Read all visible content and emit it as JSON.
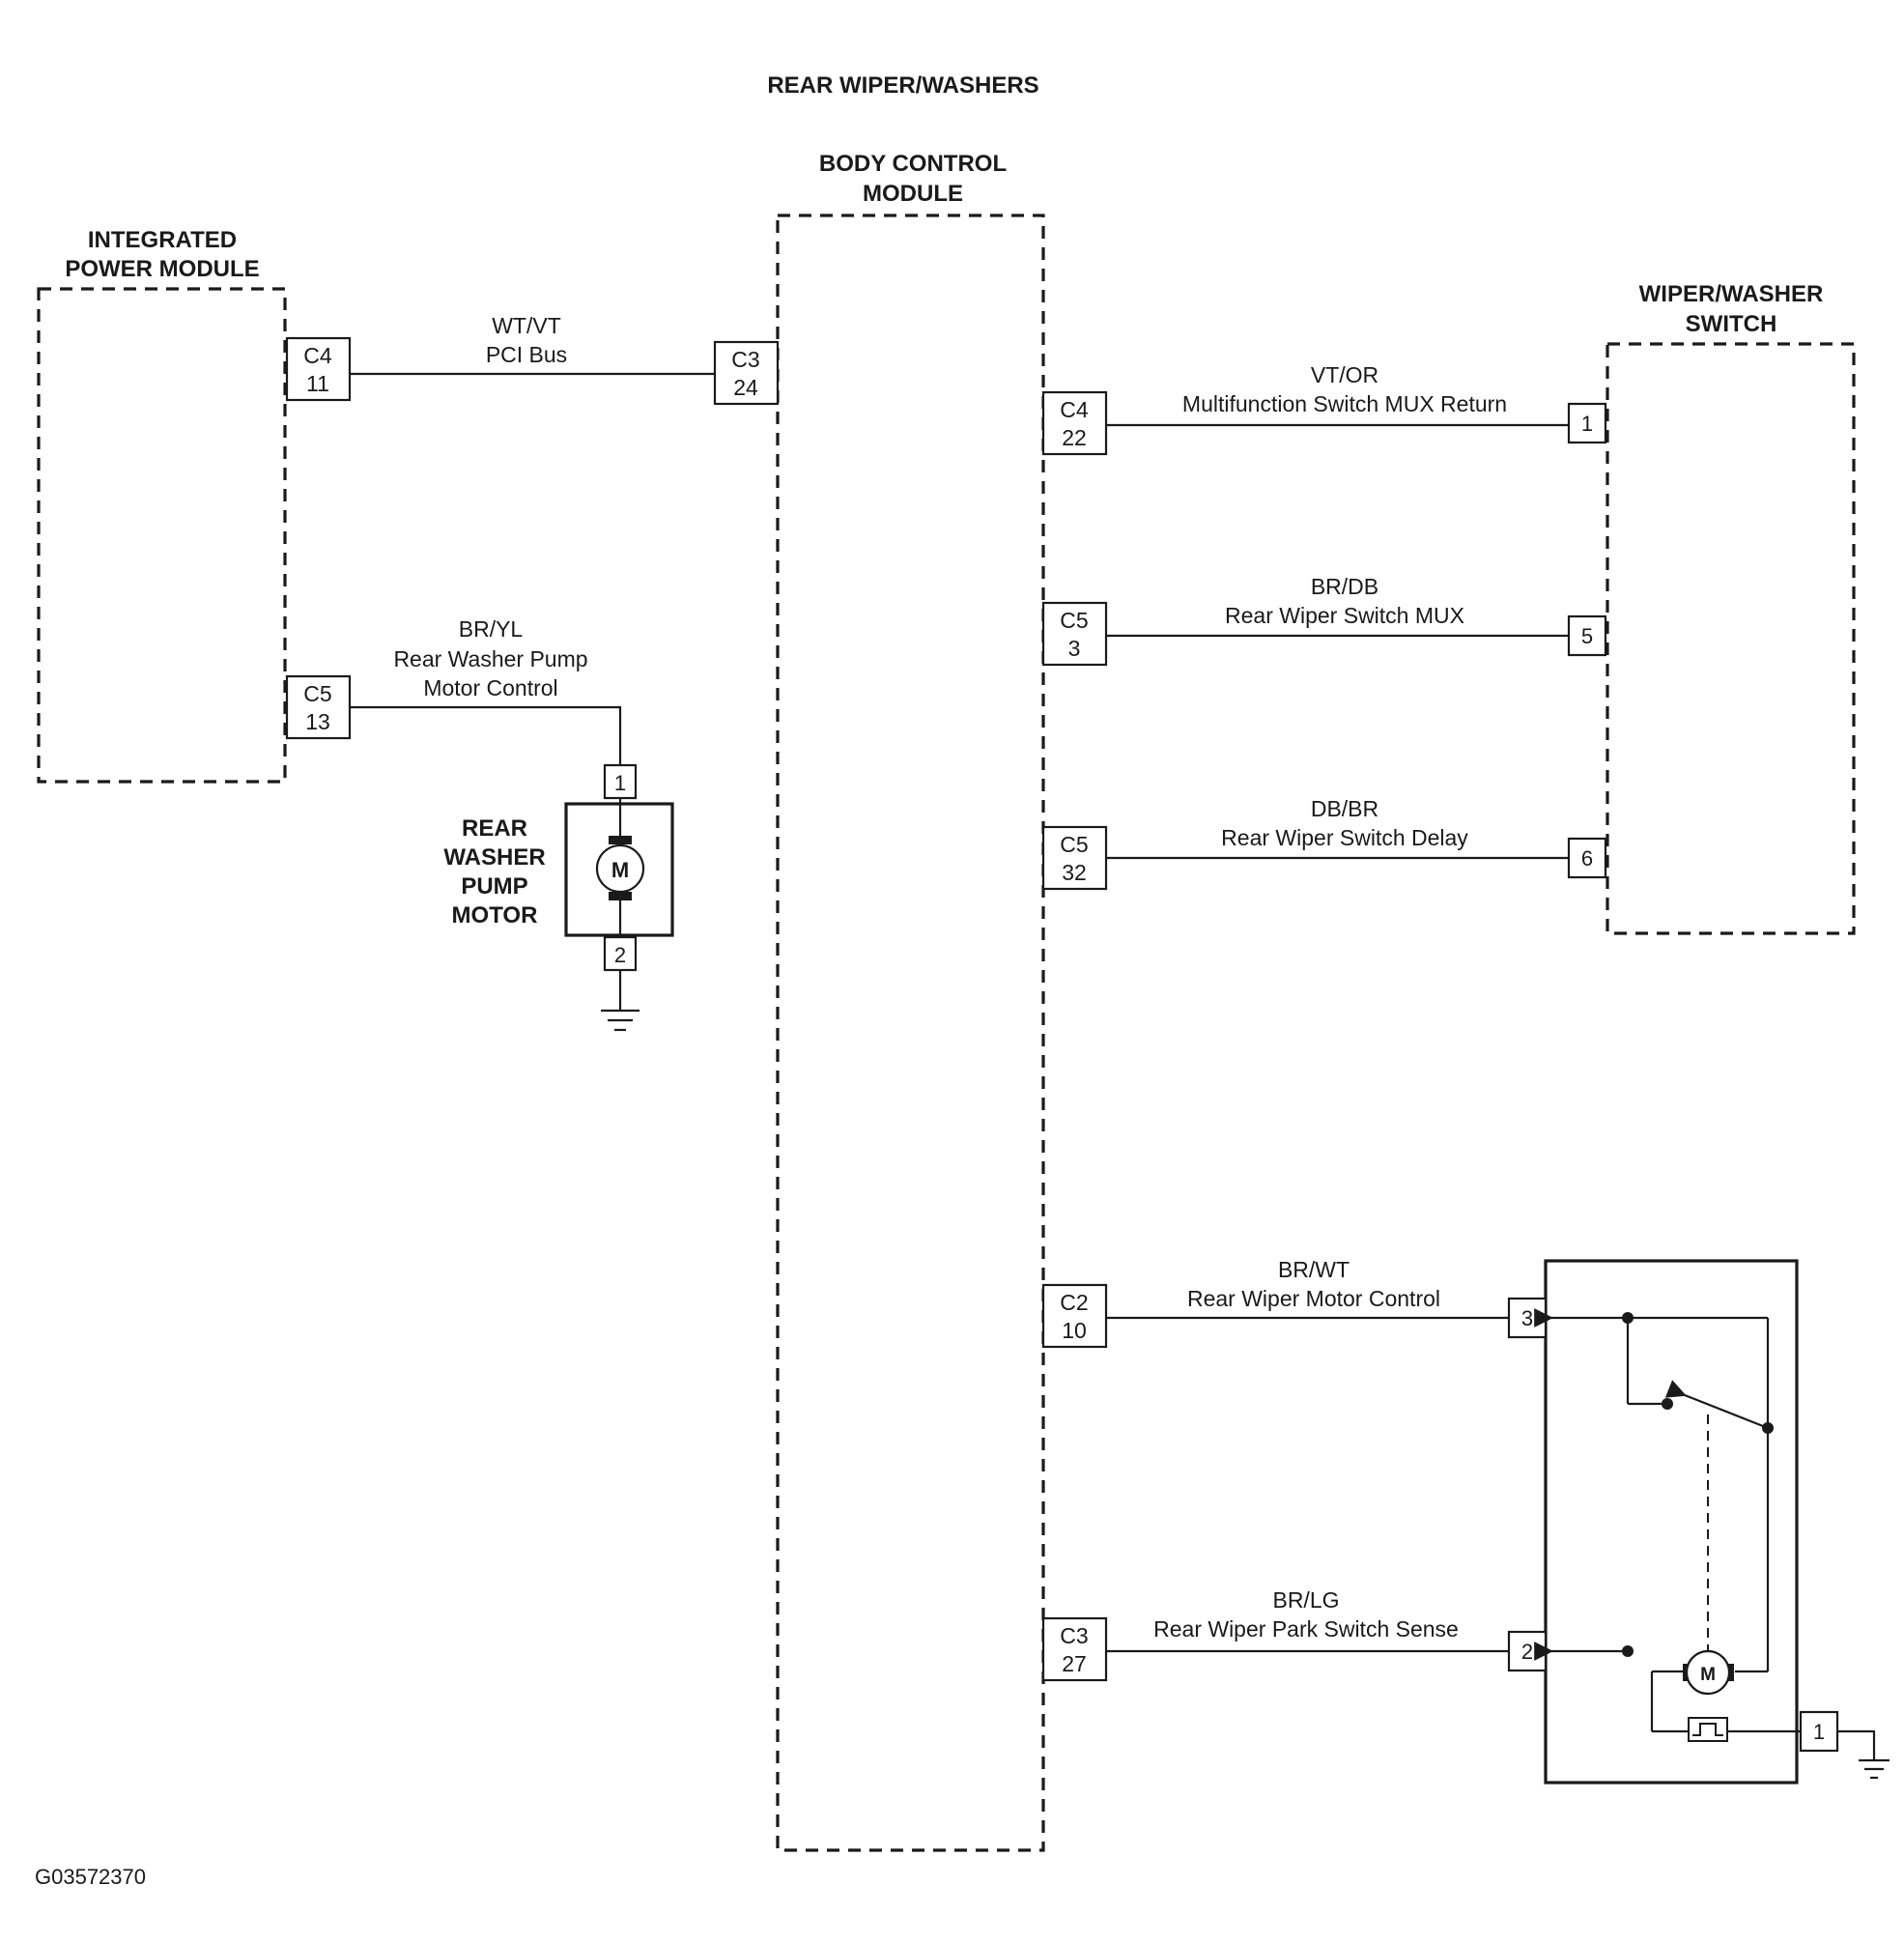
{
  "title": "REAR WIPER/WASHERS",
  "figure_id": "G03572370",
  "modules": {
    "ipm": {
      "line1": "INTEGRATED",
      "line2": "POWER MODULE"
    },
    "bcm": {
      "line1": "BODY CONTROL",
      "line2": "MODULE"
    },
    "switch": {
      "line1": "WIPER/WASHER",
      "line2": "SWITCH"
    },
    "pump": {
      "line1": "REAR",
      "line2": "WASHER",
      "line3": "PUMP",
      "line4": "MOTOR"
    }
  },
  "circuits": {
    "pci": {
      "color": "WT/VT",
      "name": "PCI Bus",
      "from_conn": "C4",
      "from_pin": "11",
      "to_conn": "C3",
      "to_pin": "24"
    },
    "pump": {
      "color": "BR/YL",
      "name1": "Rear Washer Pump",
      "name2": "Motor Control",
      "conn": "C5",
      "pin": "13"
    },
    "mux_return": {
      "color": "VT/OR",
      "name": "Multifunction Switch MUX Return",
      "conn": "C4",
      "pin": "22",
      "term": "1"
    },
    "rear_mux": {
      "color": "BR/DB",
      "name": "Rear Wiper Switch MUX",
      "conn": "C5",
      "pin": "3",
      "term": "5"
    },
    "rear_delay": {
      "color": "DB/BR",
      "name": "Rear Wiper Switch Delay",
      "conn": "C5",
      "pin": "32",
      "term": "6"
    },
    "motor_ctrl": {
      "color": "BR/WT",
      "name": "Rear Wiper Motor Control",
      "conn": "C2",
      "pin": "10",
      "term": "3"
    },
    "park_sense": {
      "color": "BR/LG",
      "name": "Rear Wiper Park Switch Sense",
      "conn": "C3",
      "pin": "27",
      "term": "2"
    }
  },
  "pump_terminals": {
    "top": "1",
    "bottom": "2"
  },
  "wiper_motor": {
    "ground_term": "1"
  },
  "motor_symbol": "M"
}
